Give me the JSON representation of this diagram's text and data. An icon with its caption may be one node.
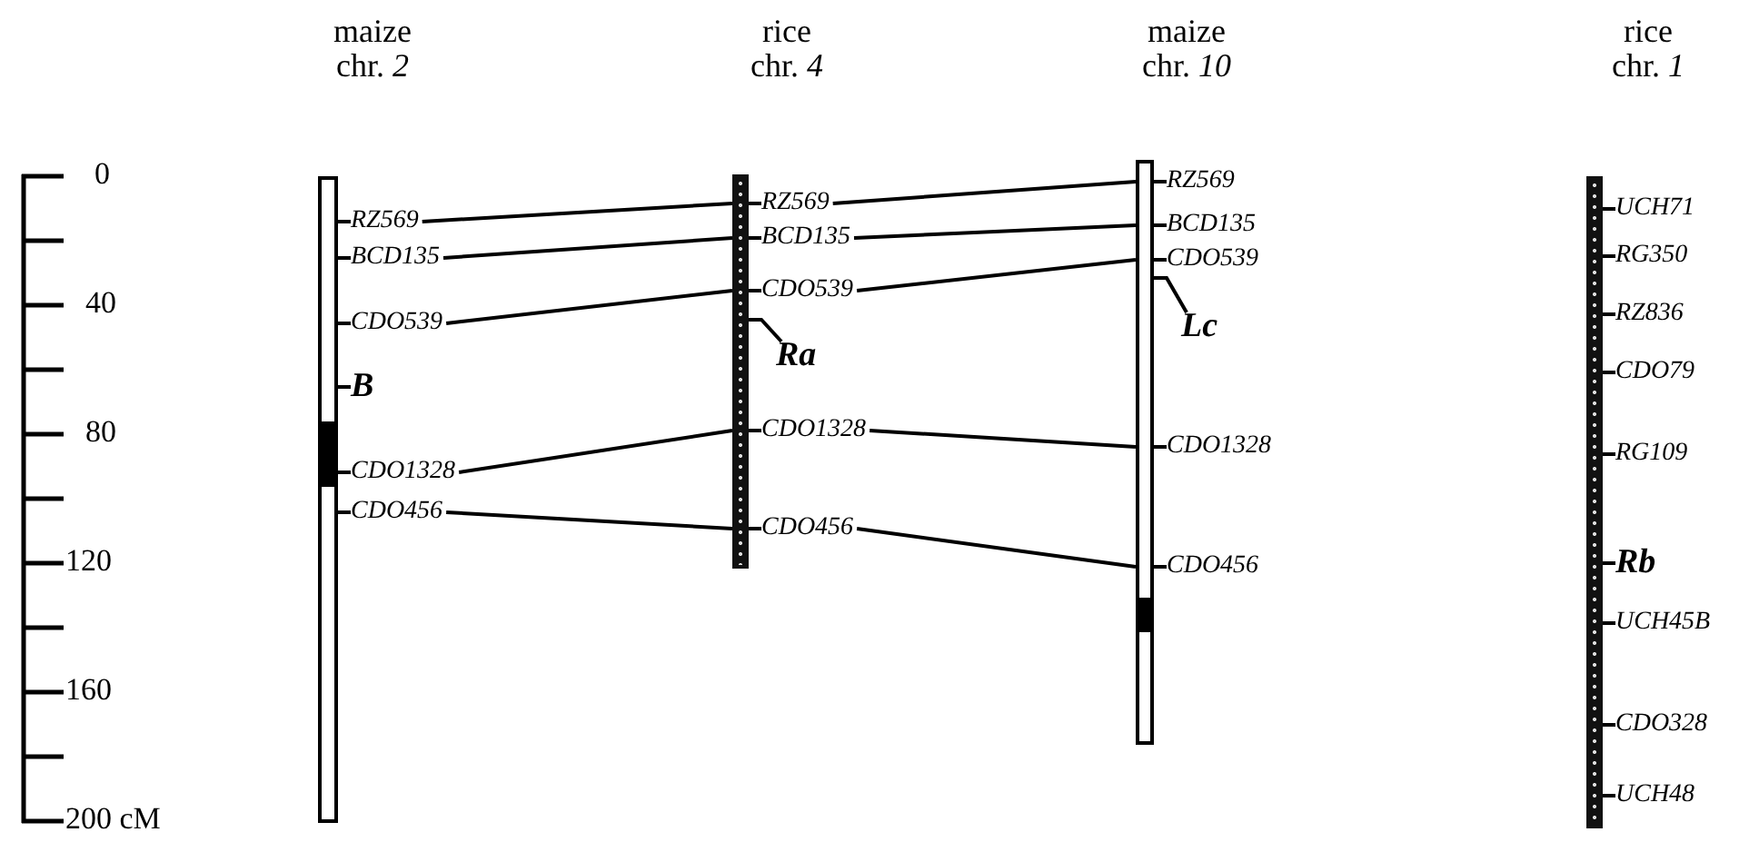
{
  "diagram": {
    "nodes": [
      {
        "text": [
          "maize chr. *2*"
        ]
      },
      {
        "text": [
          "rice chr. *4*"
        ]
      },
      {
        "text": [
          "maize chr. *10*"
        ]
      },
      {
        "text": [
          "rice chr. *1*"
        ]
      },
      {
        "text": [
          "RZ569"
        ]
      },
      {
        "text": [
          "BCD135"
        ]
      },
      {
        "text": [
          "CDO539"
        ]
      },
      {
        "text": [
          "B"
        ]
      },
      {
        "text": [
          "CDO1328"
        ]
      },
      {
        "text": [
          "CDO456"
        ]
      },
      {
        "text": [
          "RZ569"
        ]
      },
      {
        "text": [
          "BCD135"
        ]
      },
      {
        "text": [
          "CDO539"
        ]
      },
      {
        "text": [
          "Ra"
        ]
      },
      {
        "text": [
          "CDO1328"
        ]
      },
      {
        "text": [
          "CDO456"
        ]
      },
      {
        "text": [
          "RZ569"
        ]
      },
      {
        "text": [
          "BCD135"
        ]
      },
      {
        "text": [
          "CDO539"
        ]
      },
      {
        "text": [
          "Lc"
        ]
      },
      {
        "text": [
          "CDO1328"
        ]
      },
      {
        "text": [
          "CDO456"
        ]
      },
      {
        "text": [
          "UCH71"
        ]
      },
      {
        "text": [
          "RG350"
        ]
      },
      {
        "text": [
          "RZ836"
        ]
      },
      {
        "text": [
          "CDO79"
        ]
      },
      {
        "text": [
          "RG109"
        ]
      },
      {
        "text": [
          "Rb"
        ]
      },
      {
        "text": [
          "UCH45B"
        ]
      },
      {
        "text": [
          "CDO328"
        ]
      },
      {
        "text": [
          "UCH48"
        ]
      }
    ],
    "edges": [
      {
        "from": 4,
        "to": 10,
        "arrow": "none"
      },
      {
        "from": 5,
        "to": 11,
        "arrow": "none"
      },
      {
        "from": 6,
        "to": 12,
        "arrow": "none"
      },
      {
        "from": 8,
        "to": 14,
        "arrow": "none"
      },
      {
        "from": 9,
        "to": 15,
        "arrow": "none"
      },
      {
        "from": 10,
        "to": 16,
        "arrow": "none"
      },
      {
        "from": 11,
        "to": 17,
        "arrow": "none"
      },
      {
        "from": 12,
        "to": 18,
        "arrow": "none"
      },
      {
        "from": 14,
        "to": 20,
        "arrow": "none"
      },
      {
        "from": 15,
        "to": 21,
        "arrow": "none"
      },
      {
        "from": 13,
        "to": 1,
        "arrow": "none"
      },
      {
        "from": 19,
        "to": 2,
        "arrow": "none"
      }
    ],
    "labels": [
      "0",
      "40",
      "80",
      "120",
      "160",
      "200 cM"
    ]
  }
}
